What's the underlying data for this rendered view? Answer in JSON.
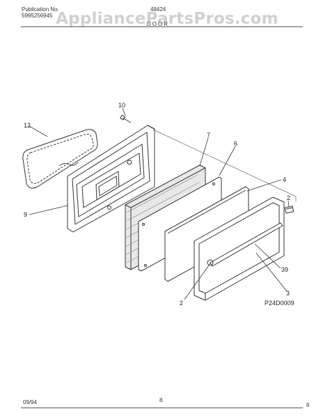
{
  "header": {
    "publication_label": "Publication No.",
    "publication_number": "5995256945",
    "model": "48424",
    "section_title": "DOOR"
  },
  "watermark": "AppliancePartsPros.com",
  "callouts": {
    "c10": "10",
    "c12": "12",
    "c7": "7",
    "c6": "6",
    "c4": "4",
    "c2_top": "2",
    "c9": "9",
    "c39": "39",
    "c3": "3",
    "c2_bottom": "2"
  },
  "drawing_code": "P24D0009",
  "footer": {
    "date": "09/94",
    "page": "8",
    "corner": "6"
  }
}
